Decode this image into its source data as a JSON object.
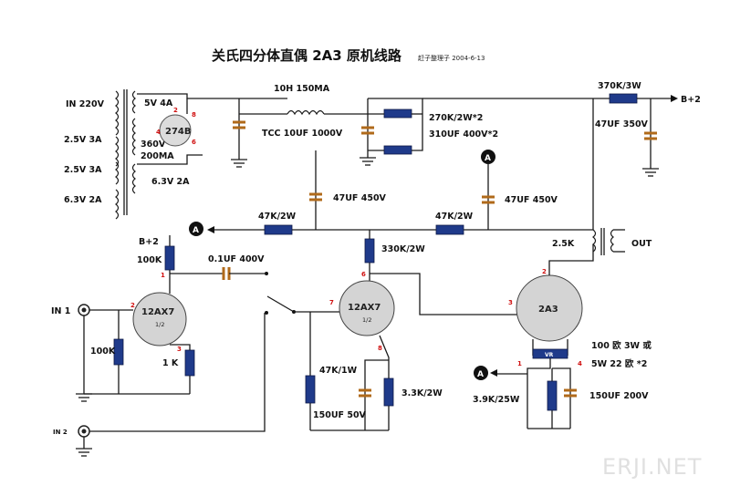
{
  "header": {
    "title": "关氏四分体直偶 2A3 原机线路",
    "credit": "赶子整理子 2004-6-13"
  },
  "power_supply": {
    "mains": "IN 220V",
    "windings": [
      "2.5V 3A",
      "2.5V 3A",
      "6.3V 2A"
    ],
    "secondaries": [
      "5V 4A",
      "360V",
      "200MA",
      "6.3V 2A"
    ],
    "rectifier": "274B",
    "choke": "10H 150MA",
    "filter": "TCC 10UF 1000V",
    "bleeder": "270K/2W*2",
    "filter_caps": "310UF 400V*2",
    "feed_resistor": "370K/3W",
    "b2_out": "B+2",
    "decouple_cap": "47UF 350V"
  },
  "signal_path": {
    "input1": "IN 1",
    "input2": "IN 2",
    "b2_label": "B+2",
    "r_plate1": "100K",
    "r_grid1": "100K",
    "r_cathode1": "1 K",
    "coupling_cap": "0.1UF 400V",
    "tube1": {
      "name": "12AX7",
      "unit": "1/2"
    },
    "tube2": {
      "name": "12AX7",
      "unit": "1/2"
    },
    "tube3": {
      "name": "2A3",
      "unit": ""
    },
    "r_drop1": "47K/2W",
    "r_drop2": "47K/2W",
    "cap_decouple1": "47UF 450V",
    "cap_decouple2": "47UF 450V",
    "r_plate2": "330K/2W",
    "r_cathode2": "47K/1W",
    "r_cathode2b": "3.3K/2W",
    "cap_cathode2": "150UF 50V",
    "output_tx": "2.5K",
    "output": "OUT",
    "hum_pot": "VR",
    "hum_note1": "100 欧 3W 或",
    "hum_note2": "5W 22 欧 *2",
    "r_cathode3": "3.9K/25W",
    "cap_cathode3": "150UF 200V"
  },
  "pins": {
    "t1_plate": "1",
    "t1_grid": "2",
    "t1_cathode": "3",
    "t2_plate": "6",
    "t2_grid": "7",
    "t2_cathode": "8",
    "t3_plate": "2",
    "t3_grid": "3",
    "t3_f1": "1",
    "t3_f4": "4",
    "rect_p1": "2",
    "rect_p2": "8",
    "rect_p3": "4",
    "rect_p4": "6"
  },
  "markers": {
    "a": "A"
  },
  "watermark": "ERJI.NET"
}
